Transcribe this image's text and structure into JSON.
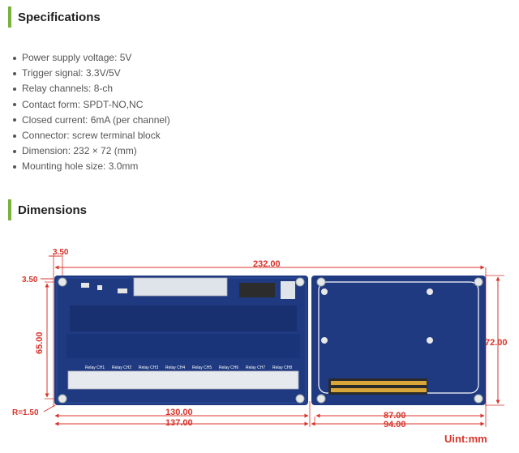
{
  "specifications": {
    "title": "Specifications",
    "items": [
      "Power supply voltage: 5V",
      "Trigger signal: 3.3V/5V",
      "Relay channels: 8-ch",
      "Contact form: SPDT-NO,NC",
      "Closed current: 6mA (per channel)",
      "Connector: screw terminal block",
      "Dimension: 232 × 72 (mm)",
      "Mounting hole size: 3.0mm"
    ]
  },
  "dimensions": {
    "title": "Dimensions",
    "labels": {
      "total_width": "232.00",
      "hole_offset_x": "3.50",
      "hole_offset_y": "3.50",
      "hole_spacing_y": "65.00",
      "total_height": "72.00",
      "corner_radius": "R=1.50",
      "left_hole_span": "130.00",
      "left_board_width": "137.00",
      "right_hole_span": "87.00",
      "right_board_width": "94.00",
      "unit": "Uint:mm"
    },
    "relay_labels": [
      "Relay CH1",
      "Relay CH2",
      "Relay CH3",
      "Relay CH4",
      "Relay CH5",
      "Relay CH6",
      "Relay CH7",
      "Relay CH8"
    ],
    "colors": {
      "accent": "#7bb13c",
      "dimension": "#d9342b",
      "board": "#1f3a80"
    }
  }
}
